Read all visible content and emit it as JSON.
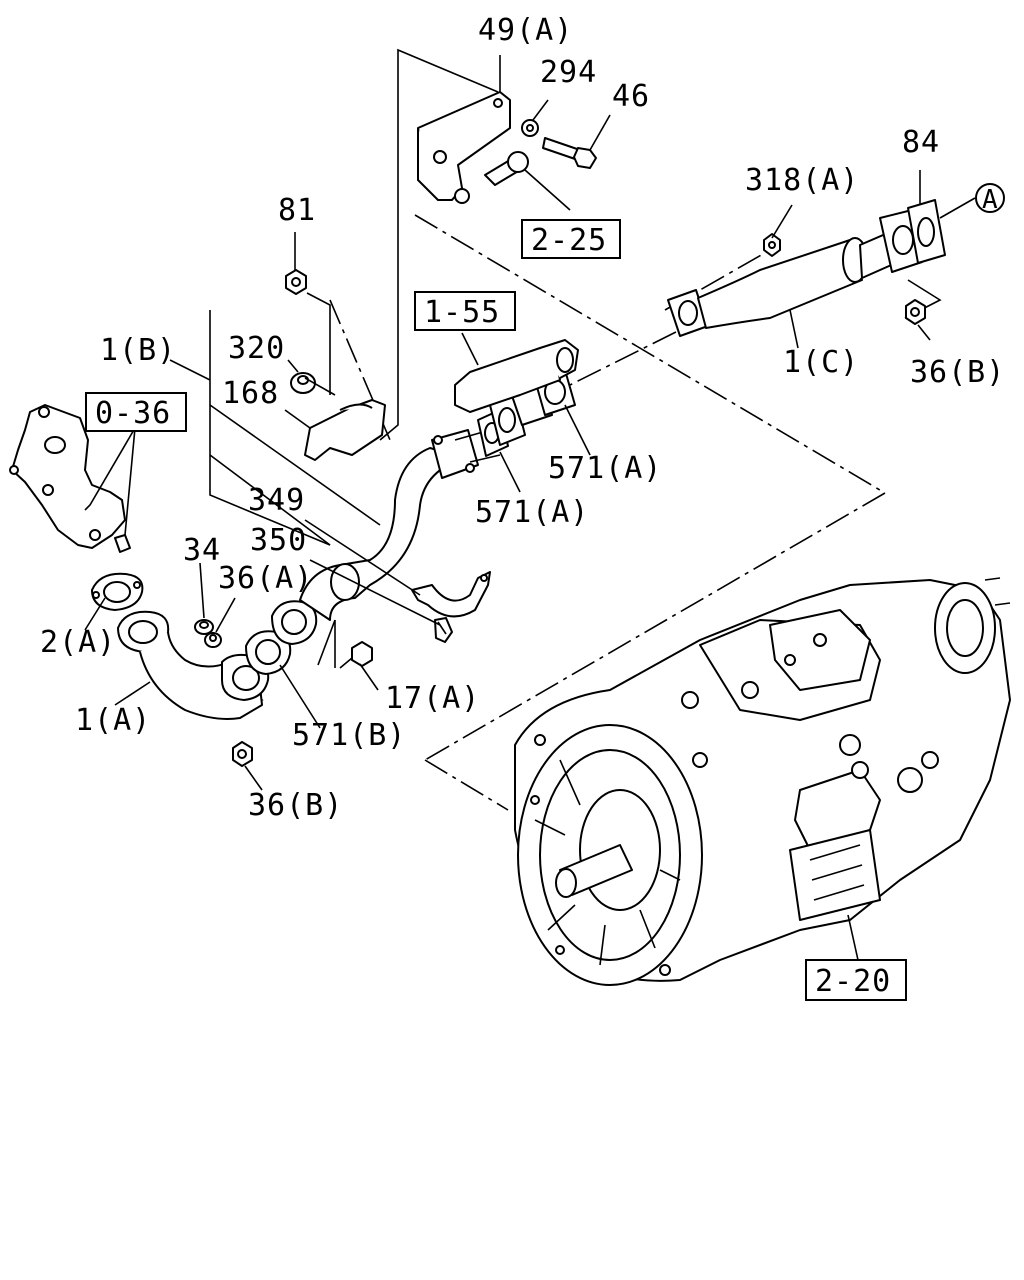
{
  "labels": {
    "l49a": "49(A)",
    "l294": "294",
    "l46": "46",
    "l81": "81",
    "l318a": "318(A)",
    "l84": "84",
    "lA": "A",
    "l1b": "1(B)",
    "l320": "320",
    "l168": "168",
    "l1c": "1(C)",
    "l36b_top": "36(B)",
    "l571a_1": "571(A)",
    "l571a_2": "571(A)",
    "l349": "349",
    "l350": "350",
    "l34": "34",
    "l36a": "36(A)",
    "l2a": "2(A)",
    "l17a": "17(A)",
    "l1a": "1(A)",
    "l571b": "571(B)",
    "l36b_bot": "36(B)"
  },
  "refs": {
    "r225": "2-25",
    "r155": "1-55",
    "r036": "0-36",
    "r220": "2-20"
  }
}
